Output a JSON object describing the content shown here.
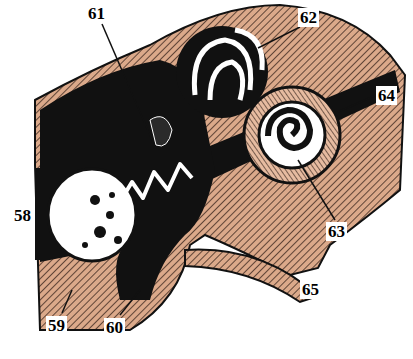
{
  "diagram": {
    "labels": [
      "61",
      "62",
      "64",
      "63",
      "58",
      "59",
      "60",
      "65"
    ]
  }
}
